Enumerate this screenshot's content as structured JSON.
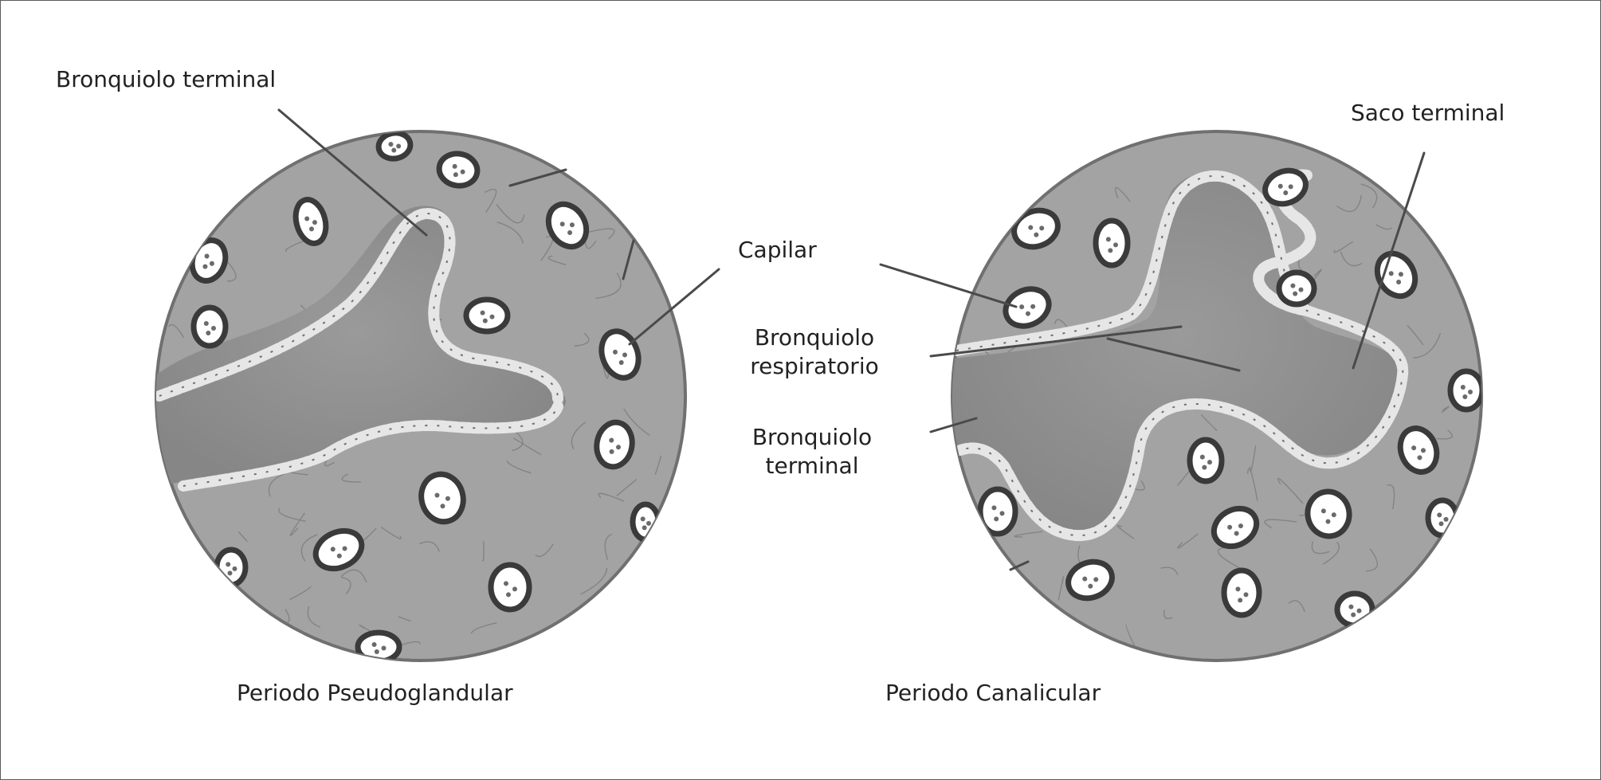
{
  "labels": {
    "bronquiolo_terminal_left": "Bronquiolo terminal",
    "capilar": "Capilar",
    "bronquiolo_respiratorio_l1": "Bronquiolo",
    "bronquiolo_respiratorio_l2": "respiratorio",
    "bronquiolo_terminal_mid_l1": "Bronquiolo",
    "bronquiolo_terminal_mid_l2": "terminal",
    "saco_terminal": "Saco terminal"
  },
  "captions": {
    "left": "Periodo Pseudoglandular",
    "right": "Periodo Canalicular"
  },
  "colors": {
    "tissue": "#a3a3a3",
    "lumen": "#8f8f8f",
    "border": "#707070",
    "leader": "#4a4a4a",
    "cell_ring": "#3a3a3a",
    "cell_fill": "#ffffff"
  }
}
